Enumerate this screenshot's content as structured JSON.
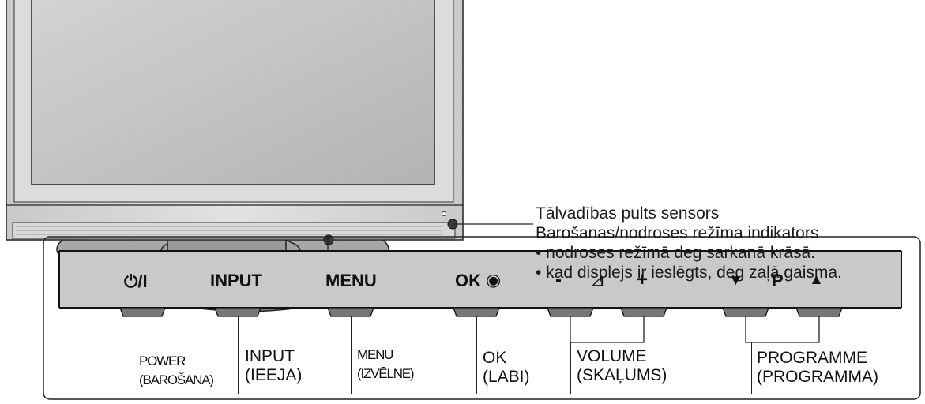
{
  "sensor_callout": {
    "title": "Tālvadības pults sensors",
    "subtitle": "Barošanas/nodroses režīma indikators",
    "bullets": [
      "• nodroses režīmā deg sarkanā krāsā.",
      "• kad displejs ir ieslēgts, deg zaļā gaisma."
    ]
  },
  "buttons": {
    "power_symbol": "⏻/I",
    "input": "INPUT",
    "menu": "MENU",
    "ok": "OK",
    "ok_symbol": "◉",
    "vol_minus": "-",
    "vol_symbol": "⊿",
    "vol_plus": "+",
    "prog_down": "▼",
    "prog_p": "P",
    "prog_up": "▲"
  },
  "labels": {
    "power": [
      "POWER",
      "(BAROŠANA)"
    ],
    "input": [
      "INPUT",
      "(IEEJA)"
    ],
    "menu": [
      "MENU",
      "(IZVĒLNE)"
    ],
    "ok": [
      "OK",
      "(LABI)"
    ],
    "volume": [
      "VOLUME",
      "(SKAĻUMS)"
    ],
    "programme": [
      "PROGRAMME",
      "(PROGRAMMA)"
    ]
  }
}
